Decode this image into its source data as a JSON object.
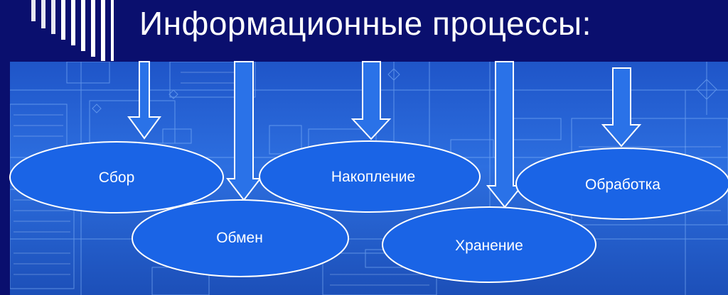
{
  "title": "Информационные процессы:",
  "nodes": {
    "collect": "Сбор",
    "exchange": "Обмен",
    "accumulate": "Накопление",
    "storage": "Хранение",
    "processing": "Обработка"
  },
  "colors": {
    "background": "#0a0f6e",
    "node_fill": "#1a64e6",
    "node_stroke": "#ffffff",
    "arrow_fill": "#2a72e8"
  }
}
